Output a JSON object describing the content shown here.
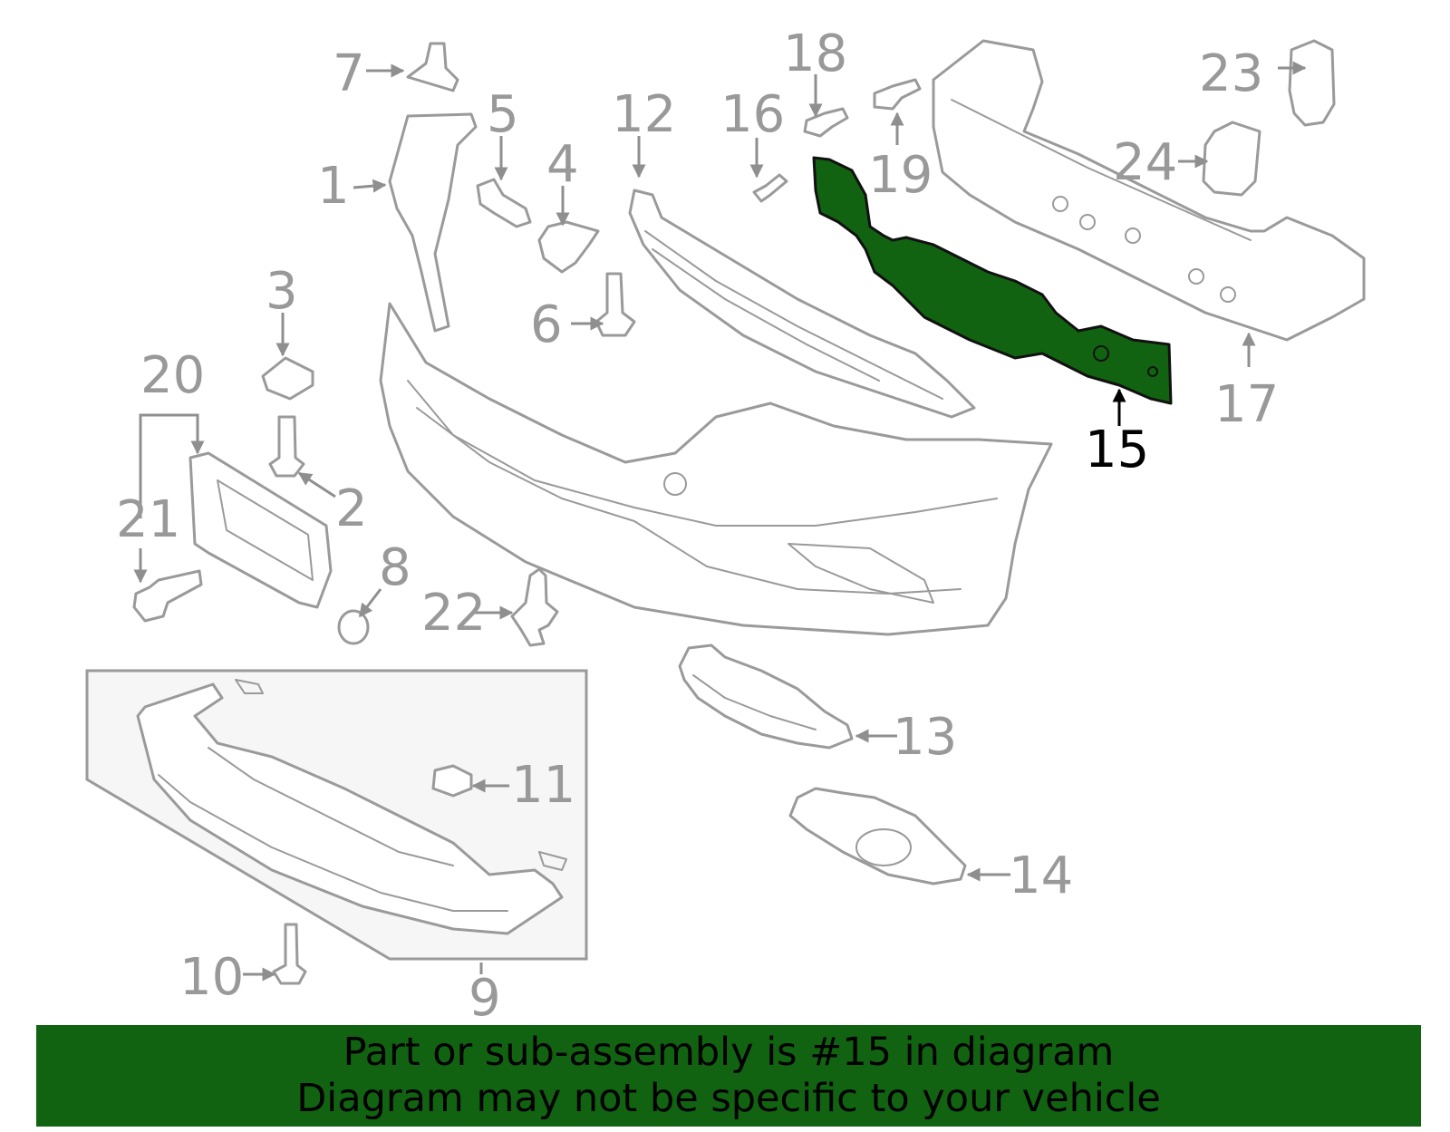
{
  "highlight_color": "#116311",
  "highlighted_part": "15",
  "callouts": {
    "c1": "1",
    "c2": "2",
    "c3": "3",
    "c4": "4",
    "c5": "5",
    "c6": "6",
    "c7": "7",
    "c8": "8",
    "c9": "9",
    "c10": "10",
    "c11": "11",
    "c12": "12",
    "c13": "13",
    "c14": "14",
    "c15": "15",
    "c16": "16",
    "c17": "17",
    "c18": "18",
    "c19": "19",
    "c20": "20",
    "c21": "21",
    "c22": "22",
    "c23": "23",
    "c24": "24"
  },
  "footer": {
    "line1": "Part or sub-assembly is #15 in diagram",
    "line2": "Diagram may not be specific to your vehicle"
  }
}
